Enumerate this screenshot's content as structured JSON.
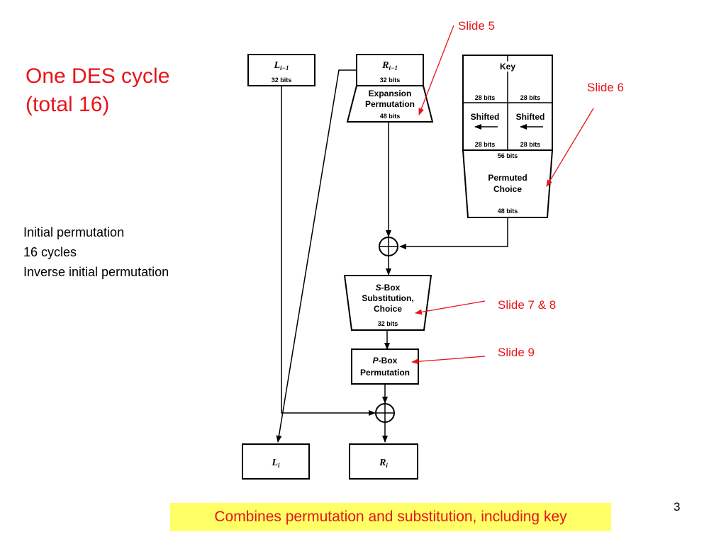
{
  "slide": {
    "title_line1": "One DES cycle",
    "title_line2": "(total 16)",
    "notes": [
      "Initial permutation",
      "16 cycles",
      "Inverse initial permutation"
    ],
    "caption": "Combines permutation and substitution, including key",
    "page_number": "3"
  },
  "diagram": {
    "l_prev": {
      "letter": "L",
      "subscript": "i−1",
      "bits": "32 bits"
    },
    "r_prev": {
      "letter": "R",
      "subscript": "i−1",
      "bits": "32 bits"
    },
    "expansion": {
      "line1": "Expansion",
      "line2": "Permutation",
      "bits": "48 bits"
    },
    "key": {
      "title": "Key",
      "left_bits": "28 bits",
      "right_bits": "28 bits",
      "shifted_left": "Shifted",
      "shifted_right": "Shifted",
      "left_bits_after": "28 bits",
      "right_bits_after": "28 bits",
      "merged_bits": "56 bits",
      "permuted_line1": "Permuted",
      "permuted_line2": "Choice",
      "permuted_bits": "48 bits"
    },
    "sbox": {
      "line1_italic": "S",
      "line1_rest": "-Box",
      "line2": "Substitution,",
      "line3": "Choice",
      "bits": "32 bits"
    },
    "pbox": {
      "line1_italic": "P",
      "line1_rest": "-Box",
      "line2": "Permutation"
    },
    "l_next": {
      "letter": "L",
      "subscript": "i"
    },
    "r_next": {
      "letter": "R",
      "subscript": "i"
    }
  },
  "annotations": {
    "slide5": "Slide 5",
    "slide6": "Slide 6",
    "slide78": "Slide 7 & 8",
    "slide9": "Slide 9"
  }
}
